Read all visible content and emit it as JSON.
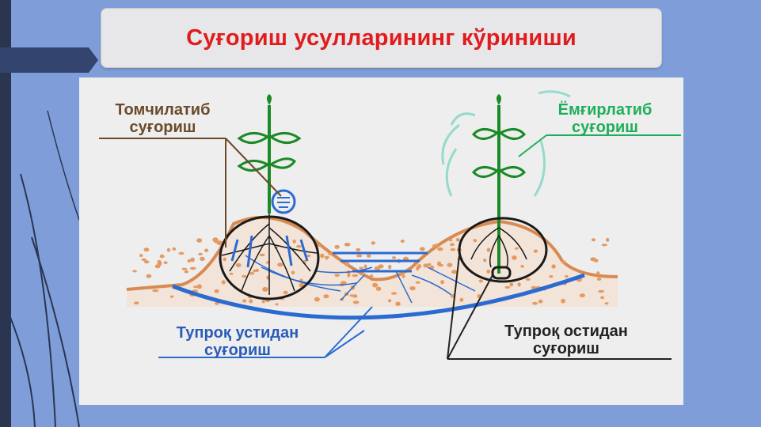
{
  "title": "Суғориш усулларининг кўриниши",
  "labels": {
    "drip": [
      "Томчилатиб",
      "суғориш"
    ],
    "sprinkler": [
      "Ёмғирлатиб",
      "суғориш"
    ],
    "surface": [
      "Тупроқ устидан",
      "суғориш"
    ],
    "subsurface": [
      "Тупроқ остидан",
      "суғориш"
    ]
  },
  "colors": {
    "background": "#7f9ed9",
    "title": "#e01c1c",
    "panel": "#eeeeee",
    "soil_outline": "#d98a52",
    "soil_dots": "#e59a62",
    "water": "#2b6ad1",
    "plant": "#1b8a26",
    "roots": "#1a1a1a",
    "drip_label": "#6a4a2a",
    "sprinkler_label": "#1fae5a",
    "surface_label": "#2a5cb8",
    "subsurface_label": "#222222"
  },
  "icons": [
    "plant-icon",
    "dripper-icon",
    "sprinkler-mist-icon",
    "subsurface-emitter-icon"
  ]
}
